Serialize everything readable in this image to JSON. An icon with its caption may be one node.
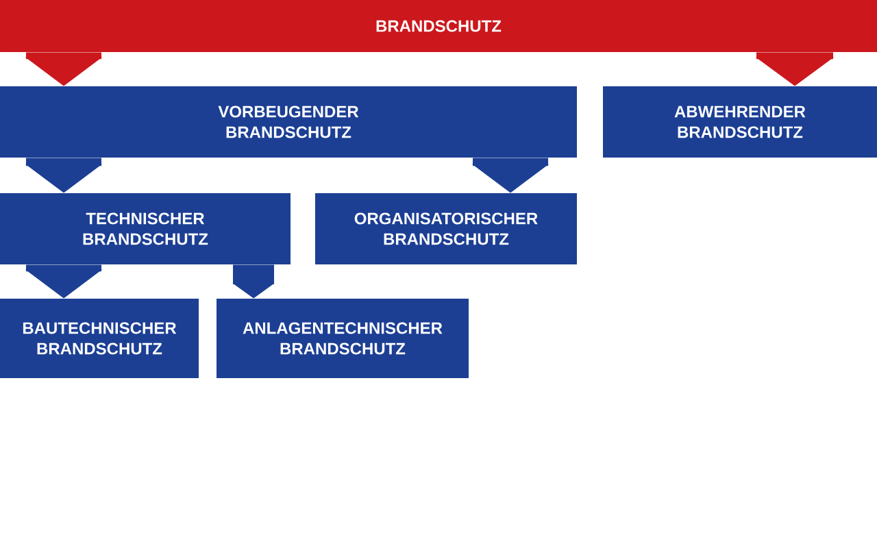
{
  "diagram": {
    "nodes": [
      {
        "text": [
          "BRANDSCHUTZ"
        ]
      },
      {
        "text": [
          "VORBEUGENDER BRANDSCHUTZ"
        ]
      },
      {
        "text": [
          "ABWEHRENDER BRANDSCHUTZ"
        ]
      },
      {
        "text": [
          "TECHNISCHER BRANDSCHUTZ"
        ]
      },
      {
        "text": [
          "ORGANISATORISCHER BRANDSCHUTZ"
        ]
      },
      {
        "text": [
          "BAUTECHNISCHER BRANDSCHUTZ"
        ]
      },
      {
        "text": [
          "ANLAGENTECHNISCHER BRANDSCHUTZ"
        ]
      }
    ],
    "edges": [
      {
        "from": 0,
        "to": 1,
        "arrow": "to",
        "color": "#cc171c"
      },
      {
        "from": 0,
        "to": 2,
        "arrow": "to",
        "color": "#cc171c"
      },
      {
        "from": 1,
        "to": 3,
        "arrow": "to"
      },
      {
        "from": 1,
        "to": 4,
        "arrow": "to"
      },
      {
        "from": 3,
        "to": 5,
        "arrow": "to"
      },
      {
        "from": 3,
        "to": 6,
        "arrow": "to"
      }
    ]
  }
}
